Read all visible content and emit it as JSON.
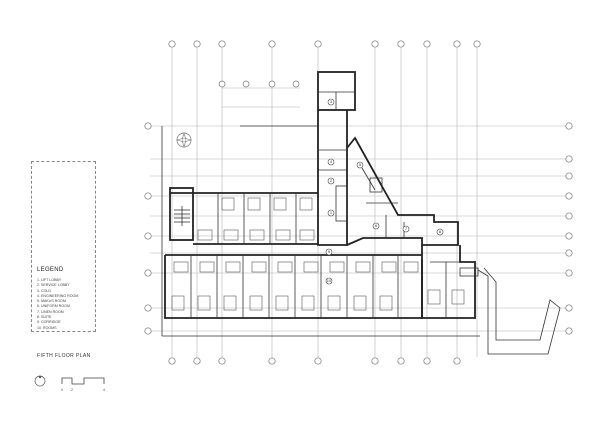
{
  "legend": {
    "title": "LEGEND",
    "items": [
      "1.  LIFT LOBBY",
      "2.  SERVICE LOBBY",
      "3.  COLD",
      "4.  ENGINEERING ROOM",
      "5.  MAKUS ROOM",
      "6.  UNIFORM ROOM",
      "7.  LINEN ROOM",
      "8.  SUITE",
      "9.  CORRIDOR",
      "10. ROOMS"
    ]
  },
  "plan_title": "FIFTH FLOOR PLAN",
  "scale_bar": {
    "labels": [
      "0",
      "2",
      "4"
    ]
  },
  "room_tags": [
    "1",
    "2",
    "3",
    "4",
    "5",
    "6",
    "7",
    "8",
    "9",
    "10"
  ],
  "colors": {
    "line": "#222222",
    "grid": "#b5b5b5",
    "background": "#ffffff"
  }
}
